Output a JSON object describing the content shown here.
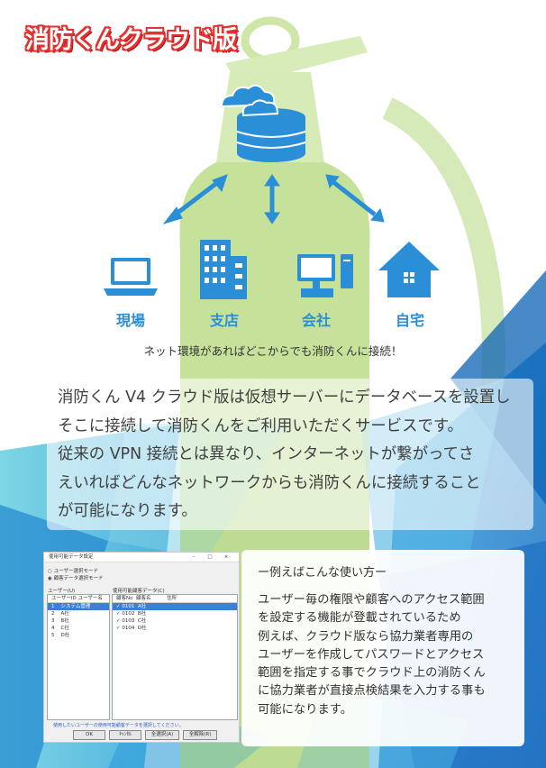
{
  "title": "消防くんクラウド版",
  "locations": [
    {
      "label": "現場",
      "icon": "laptop-icon"
    },
    {
      "label": "支店",
      "icon": "building-icon"
    },
    {
      "label": "会社",
      "icon": "desktop-pc-icon"
    },
    {
      "label": "自宅",
      "icon": "house-icon"
    }
  ],
  "caption": "ネット環境があればどこからでも消防くんに接続！",
  "description": [
    "消防くん V4 クラウド版は仮想サーバーにデータベースを設置し",
    "そこに接続して消防くんをご利用いただくサービスです。",
    "従来の VPN 接続とは異なり、インターネットが繋がってさ",
    "えいればどんなネットワークからも消防くんに接続すること",
    "が可能になります。"
  ],
  "usecase": {
    "heading": "ー例えばこんな使い方ー",
    "lines": [
      "ユーザー毎の権限や顧客へのアクセス範囲",
      "を設定する機能が登載されているため",
      "例えば、クラウド版なら協力業者専用の",
      "ユーザーを作成してパスワードとアクセス",
      "範囲を指定する事でクラウド上の消防くん",
      "に協力業者が直接点検結果を入力する事も",
      "可能になります。"
    ]
  },
  "screenshot": {
    "window_title": "使用可能データ設定",
    "window_buttons": [
      "–",
      "□",
      "×"
    ],
    "mode_label": "ユーザー選択モード",
    "mode_option": "顧客データ選択モード",
    "left_header": "ユーザー(U)",
    "left_columns": [
      "ユーザーID",
      "ユーザー名"
    ],
    "left_rows": [
      [
        "1",
        "システム管理"
      ],
      [
        "2",
        "A社"
      ],
      [
        "3",
        "B社"
      ],
      [
        "4",
        "C社"
      ],
      [
        "5",
        "D社"
      ]
    ],
    "right_header": "使用可能顧客データ(C)",
    "right_columns": [
      "顧客No",
      "顧客名",
      "住所"
    ],
    "right_rows": [
      [
        "✓",
        "0101",
        "A社"
      ],
      [
        "✓",
        "0102",
        "B社"
      ],
      [
        "✓",
        "0103",
        "C社"
      ],
      [
        "✓",
        "0104",
        "D社"
      ]
    ],
    "notice": "使用したいユーザーの使用可能顧客データを選択してください。",
    "buttons": [
      "OK",
      "ｷｬﾝｾﾙ",
      "全選択(A)",
      "全解除(R)"
    ]
  },
  "colors": {
    "title_outline": "#e53030",
    "icon_blue": "#2a8fd6",
    "extinguisher_green": "#bcd982"
  }
}
